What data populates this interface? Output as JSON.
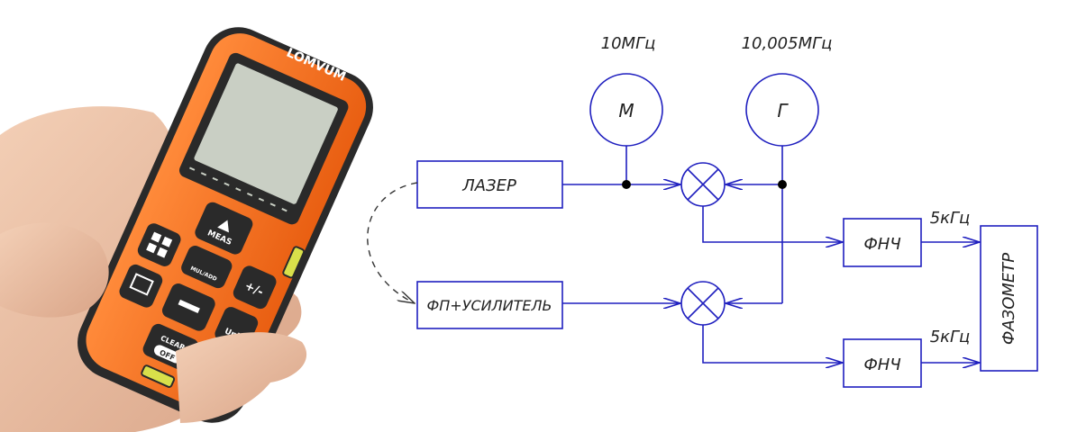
{
  "device": {
    "brand": "LOMVUM",
    "keys": {
      "meas": "MEAS",
      "mode": "MUL/ADD",
      "clear": "CLEAR",
      "off": "OFF",
      "plus_minus": "+/-",
      "unit": "Unit"
    }
  },
  "diagram": {
    "freq_m": "10МГц",
    "freq_g": "10,005МГц",
    "osc_m": "М",
    "osc_g": "Г",
    "laser": "ЛАЗЕР",
    "receiver": "ФП+УСИЛИТЕЛЬ",
    "lpf_top": "ФНЧ",
    "lpf_bottom": "ФНЧ",
    "if_top": "5кГц",
    "if_bottom": "5кГц",
    "phase_meter": "ФАЗОМЕТР"
  },
  "colors": {
    "line": "#1f1fbf",
    "device_body": "#f26b1d",
    "device_dark": "#2a2a2a",
    "screen": "#c9cfc4"
  }
}
